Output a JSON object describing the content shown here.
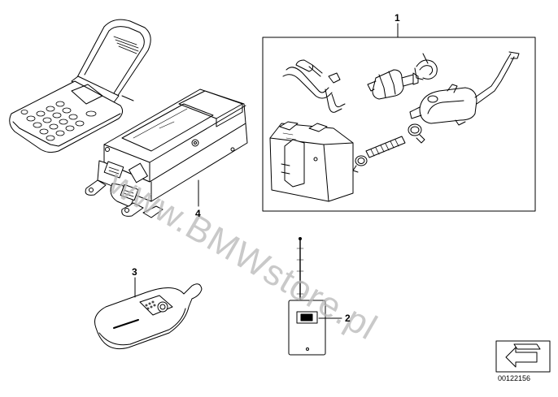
{
  "callouts": {
    "c1": "1",
    "c2": "2",
    "c3": "3",
    "c4": "4"
  },
  "watermark": "www.BMWstore.pl",
  "reference_number": "00122156",
  "colors": {
    "line": "#000000",
    "watermark": "#b8b8b8",
    "background": "#ffffff"
  }
}
